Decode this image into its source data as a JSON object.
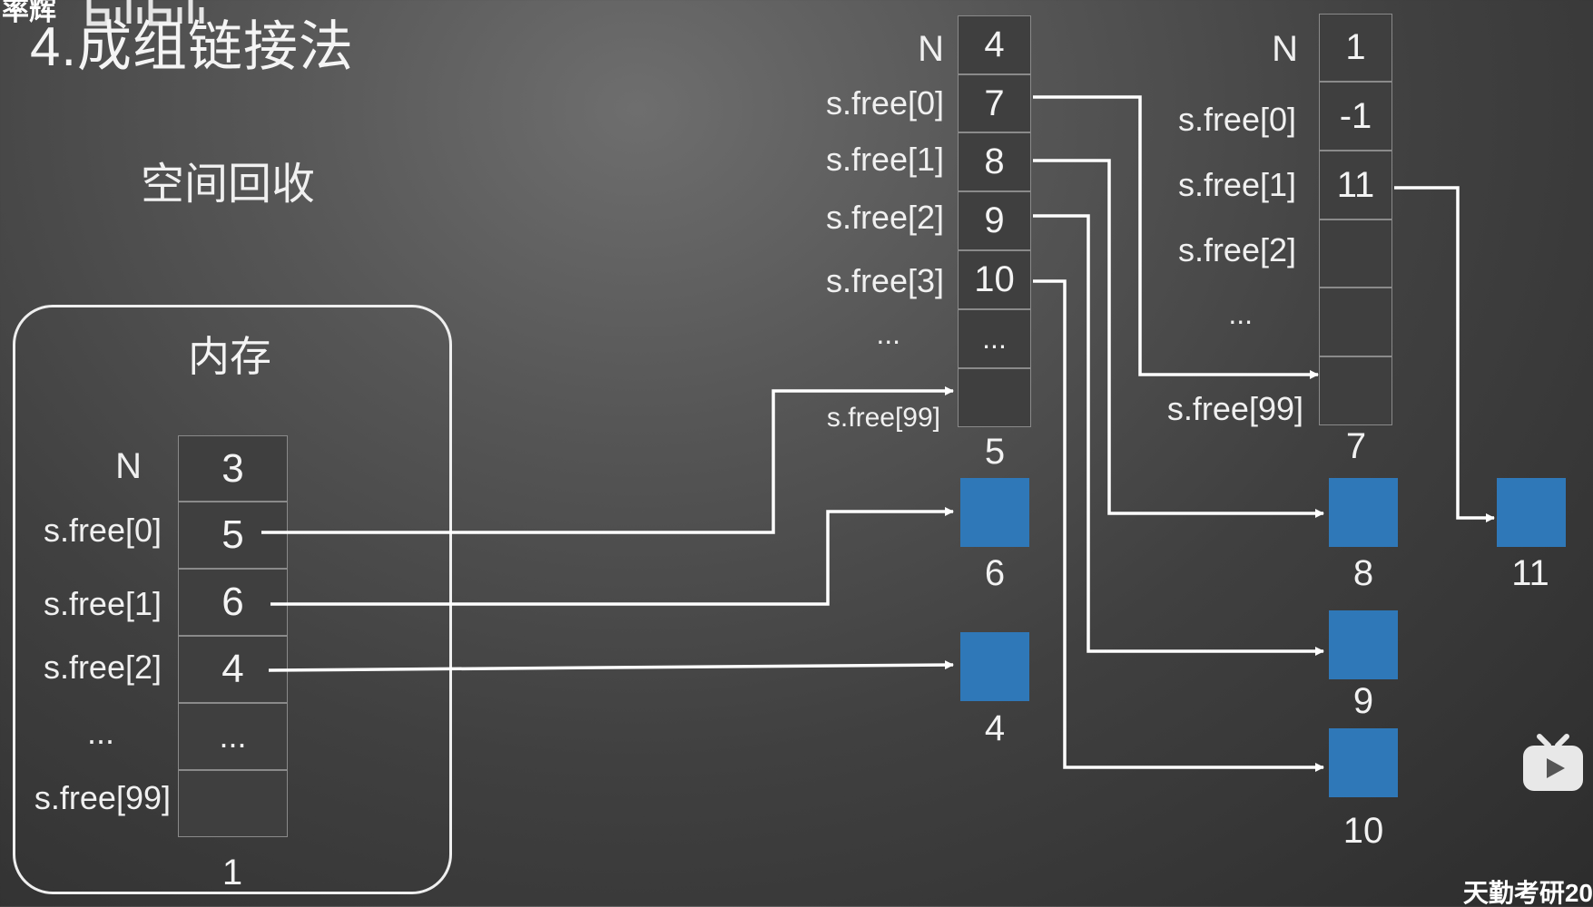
{
  "watermark_top_left": "率辉",
  "watermark_bottom_right": "天勤考研20",
  "title": "4.成组链接法",
  "subtitle": "空间回收",
  "memory": {
    "title": "内存",
    "labels": [
      "N",
      "s.free[0]",
      "s.free[1]",
      "s.free[2]",
      "...",
      "s.free[99]"
    ],
    "values": [
      "3",
      "5",
      "6",
      "4",
      "...",
      ""
    ],
    "block_id": "1"
  },
  "group5": {
    "labels": [
      "N",
      "s.free[0]",
      "s.free[1]",
      "s.free[2]",
      "s.free[3]",
      "...",
      "s.free[99]"
    ],
    "values": [
      "4",
      "7",
      "8",
      "9",
      "10",
      "...",
      ""
    ],
    "block_id": "5"
  },
  "group7": {
    "labels": [
      "N",
      "s.free[0]",
      "s.free[1]",
      "s.free[2]",
      "...",
      "s.free[99]"
    ],
    "values": [
      "1",
      "-1",
      "11",
      "",
      "",
      ""
    ],
    "block_id": "7"
  },
  "free_blocks": [
    "6",
    "4",
    "8",
    "9",
    "10",
    "11"
  ],
  "colors": {
    "block": "#2f78b8",
    "arrow": "#ffffff"
  },
  "icons": [
    "bilibili-logo-icon",
    "bilibili-tv-icon"
  ]
}
